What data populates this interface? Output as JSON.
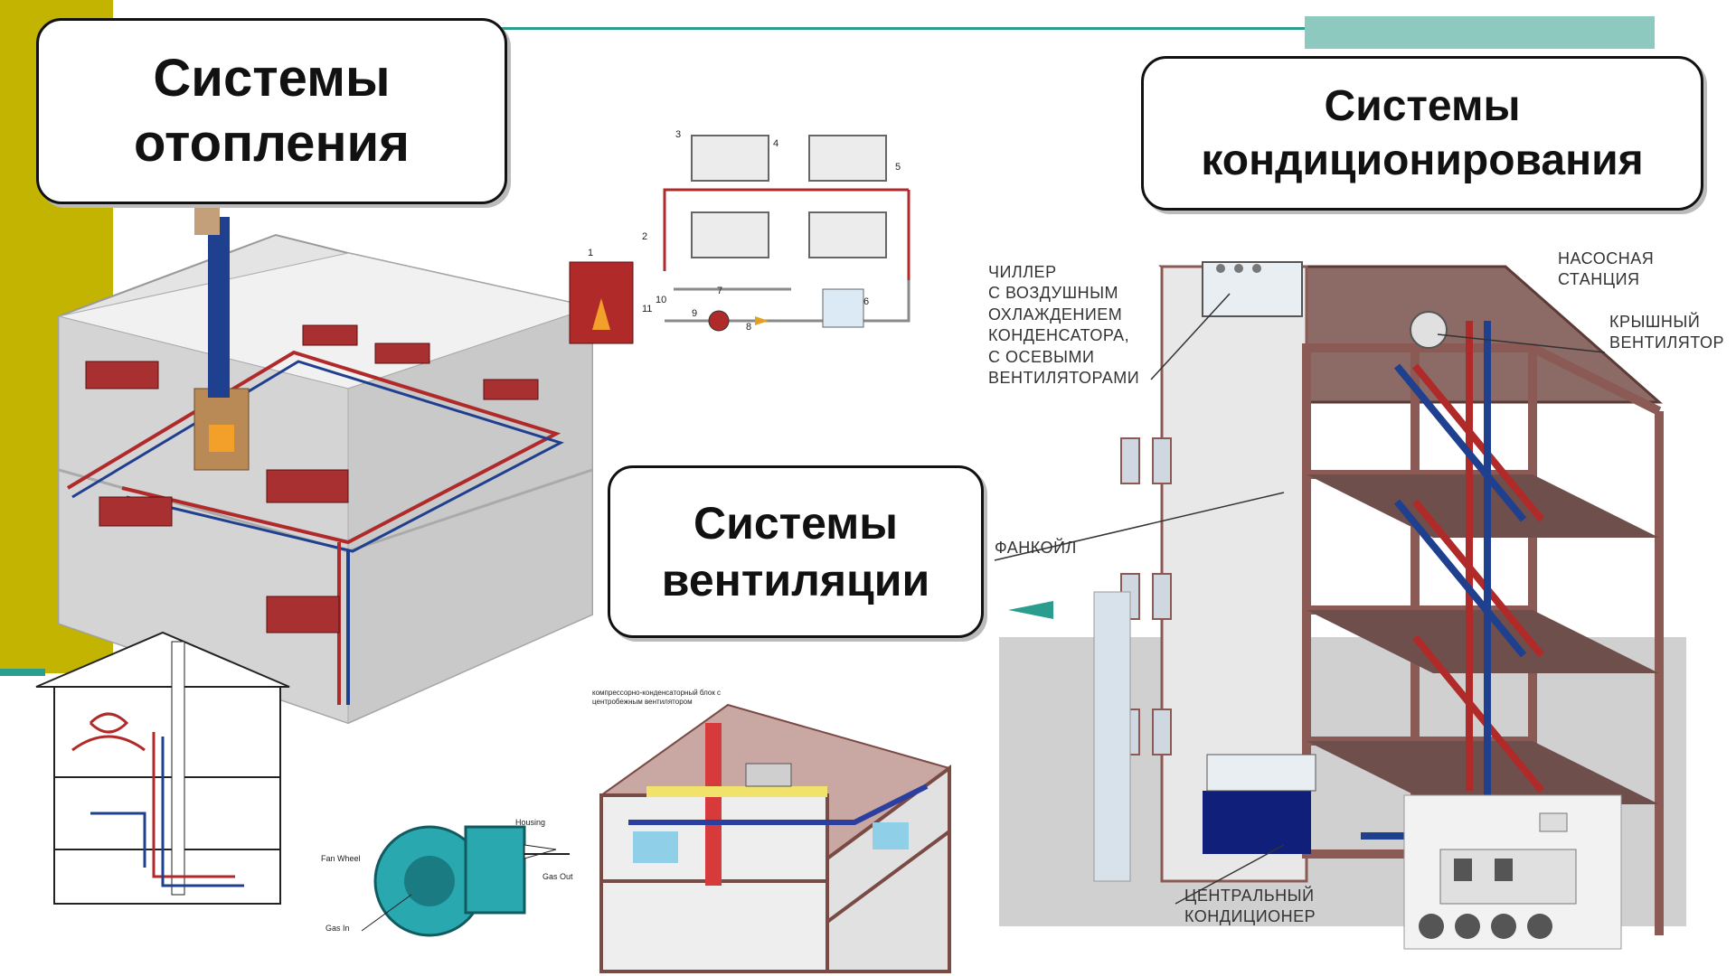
{
  "colors": {
    "accent_olive": "#c2b400",
    "accent_teal": "#2a9d8f",
    "pipe_red": "#b02a2a",
    "pipe_blue": "#1f3f8f",
    "wall_gray": "#d9d9d9",
    "building_brown": "#8b5a55"
  },
  "titles": {
    "heating": [
      "Системы",
      "отопления"
    ],
    "ventilation": [
      "Системы",
      "вентиляции"
    ],
    "conditioning": [
      "Системы",
      "кондиционирования"
    ]
  },
  "heating_scheme": {
    "numbers": [
      "1",
      "2",
      "3",
      "4",
      "5",
      "6",
      "7",
      "8",
      "9",
      "10",
      "11"
    ]
  },
  "conditioning_labels": {
    "chiller": [
      "ЧИЛЛЕР",
      "С ВОЗДУШНЫМ",
      "ОХЛАЖДЕНИЕМ",
      "КОНДЕНСАТОРА,",
      "С ОСЕВЫМИ",
      "ВЕНТИЛЯТОРАМИ"
    ],
    "pump_station": [
      "НАСОСНАЯ",
      "СТАНЦИЯ"
    ],
    "roof_fan": [
      "КРЫШНЫЙ",
      "ВЕНТИЛЯТОР"
    ],
    "fancoil": "ФАНКОЙЛ",
    "central_ac": [
      "ЦЕНТРАЛЬНЫЙ",
      "КОНДИЦИОНЕР"
    ]
  },
  "fan_labels": {
    "housing": "Housing",
    "fan_wheel": "Fan Wheel",
    "gas_out": "Gas Out",
    "gas_in": "Gas In"
  },
  "ventilation_labels": {
    "unit": "компрессорно-конденсаторный блок с центробежным вентилятором"
  }
}
